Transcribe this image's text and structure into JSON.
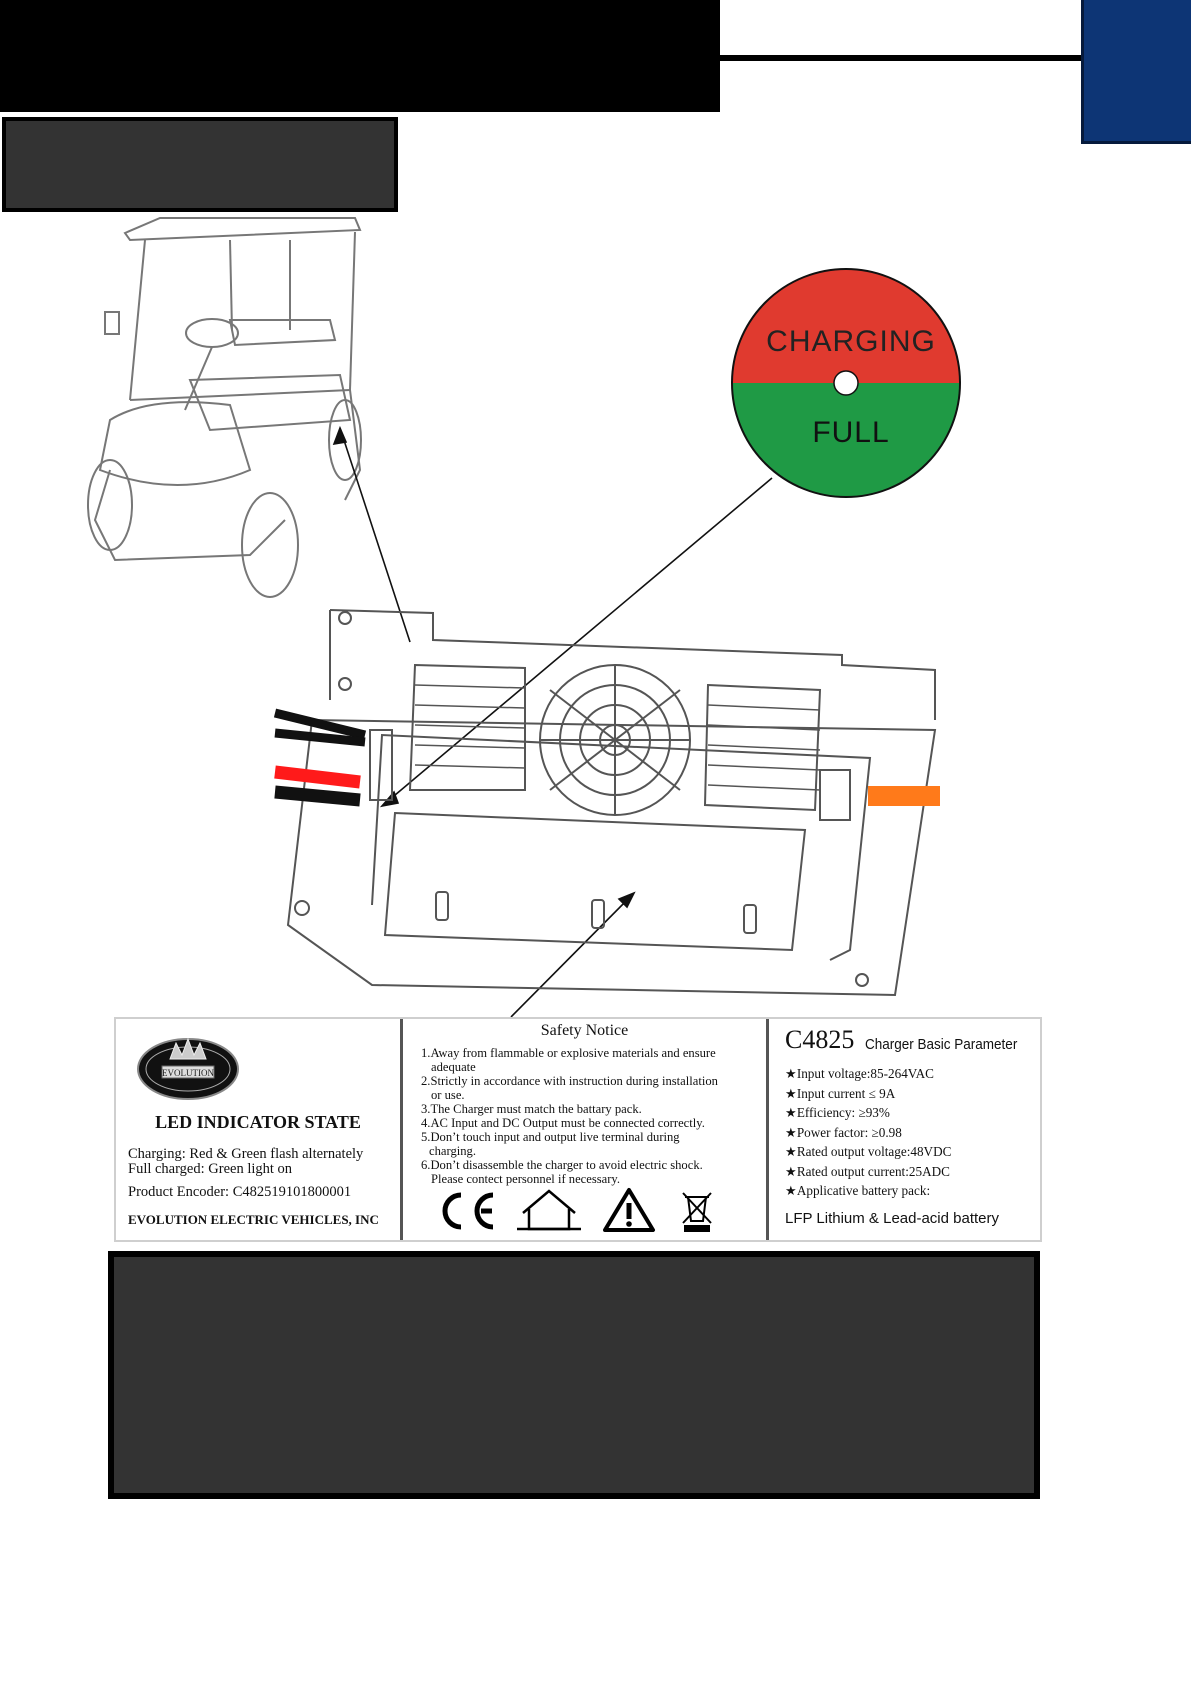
{
  "led_indicator_graphic": {
    "top_label": "CHARGING",
    "bottom_label": "FULL",
    "top_color": "#e03a2f",
    "bottom_color": "#1f9a45"
  },
  "label": {
    "logo_text": "EVOLUTION",
    "led_title": "LED INDICATOR STATE",
    "led_charging": "Charging: Red & Green flash alternately",
    "led_full": "Full charged: Green light on",
    "product_encoder": "Product Encoder: C482519101800001",
    "company": "EVOLUTION ELECTRIC VEHICLES, INC",
    "safety_title": "Safety Notice",
    "safety_items": [
      "1.Away from flammable or explosive materials and ensure",
      "   adequate",
      "2.Strictly in accordance with instruction during installation",
      "   or use.",
      "3.The Charger must match the battary pack.",
      "4.AC Input and DC Output must be connected correctly.",
      "5.Don’t touch input and output live terminal during",
      "  charging.",
      "6.Don’t disassemble the charger to avoid electric shock.",
      "   Please contect personnel if necessary."
    ],
    "symbols": [
      "ce-mark-icon",
      "indoor-use-house-icon",
      "warning-triangle-icon",
      "weee-crossed-bin-icon"
    ],
    "model": "C4825",
    "model_subtitle": "Charger Basic Parameter",
    "params": [
      "★Input voltage:85-264VAC",
      "★Input current ≤ 9A",
      "★Efficiency:    ≥93%",
      "★Power factor: ≥0.98",
      "★Rated output voltage:48VDC",
      "★Rated output current:25ADC",
      "★Applicative battery pack:"
    ],
    "battery_types": "LFP Lithium & Lead-acid battery"
  },
  "colors": {
    "header_black": "#000000",
    "corner_tab": "#0d3575",
    "dark_block": "#333333",
    "cable_red": "#ff1a1a",
    "cable_orange": "#ff7a1a"
  }
}
